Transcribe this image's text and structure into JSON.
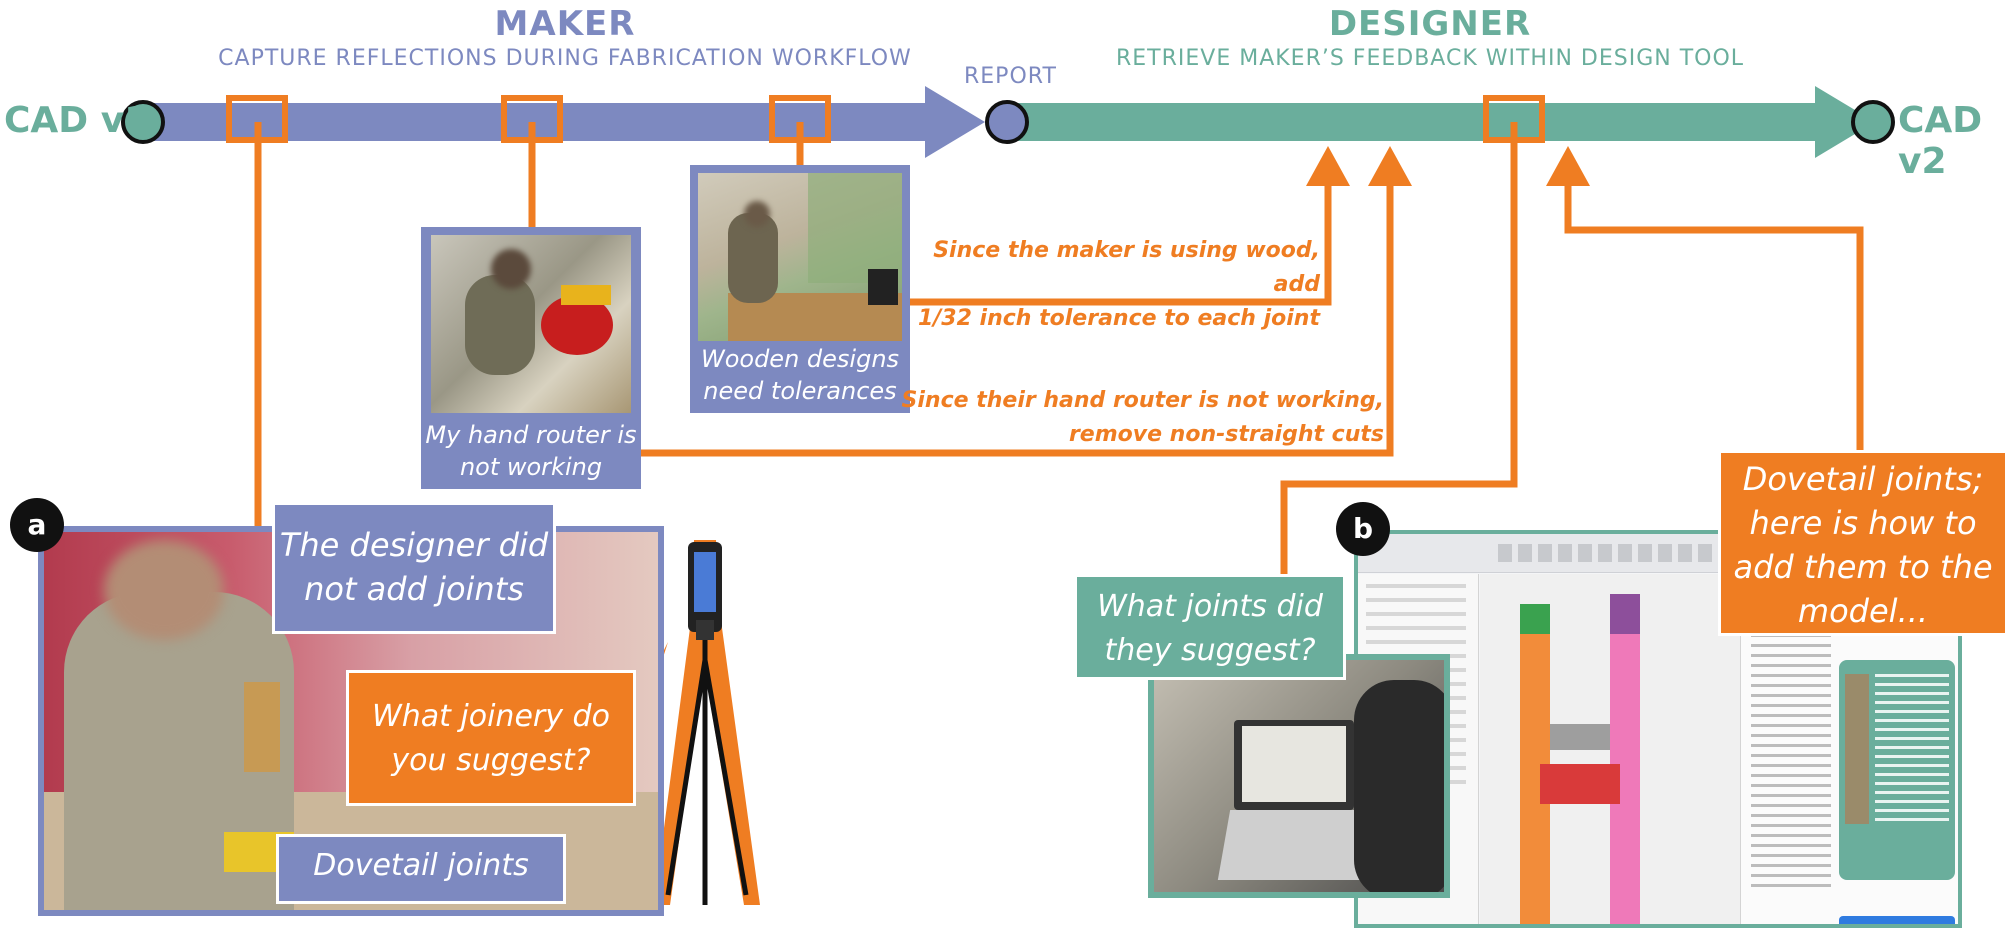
{
  "timeline": {
    "maker": {
      "title": "MAKER",
      "subtitle": "CAPTURE REFLECTIONS DURING FABRICATION WORKFLOW"
    },
    "designer": {
      "title": "DESIGNER",
      "subtitle": "RETRIEVE MAKER’S FEEDBACK WITHIN DESIGN TOOL"
    },
    "start_label": "CAD v1",
    "end_label": "CAD v2",
    "mid_label": "REPORT"
  },
  "maker_cards": [
    {
      "caption_line1": "My hand router is",
      "caption_line2": "not working"
    },
    {
      "caption_line1": "Wooden designs",
      "caption_line2": "need tolerances"
    }
  ],
  "suggestions": [
    {
      "line1": "Since the maker is using wood, add",
      "line2": "1/32 inch tolerance to each joint"
    },
    {
      "line1": "Since their hand router is not working,",
      "line2": "remove non-straight cuts"
    }
  ],
  "panel_a": {
    "marker": "a",
    "bubble_designer": {
      "line1": "The designer did",
      "line2": "not add joints"
    },
    "bubble_question": {
      "line1": "What joinery do",
      "line2": "you suggest?"
    },
    "bubble_answer": "Dovetail joints"
  },
  "panel_b": {
    "marker": "b",
    "bubble_question": {
      "line1": "What joints did",
      "line2": "they suggest?"
    },
    "bubble_answer": {
      "line1": "Dovetail joints;",
      "line2": "here is how to",
      "line3": "add them to the",
      "line4": "model..."
    }
  },
  "colors": {
    "maker": "#7d89c0",
    "designer": "#6aae9c",
    "accent": "#ef7d22",
    "marker": "#111111"
  }
}
